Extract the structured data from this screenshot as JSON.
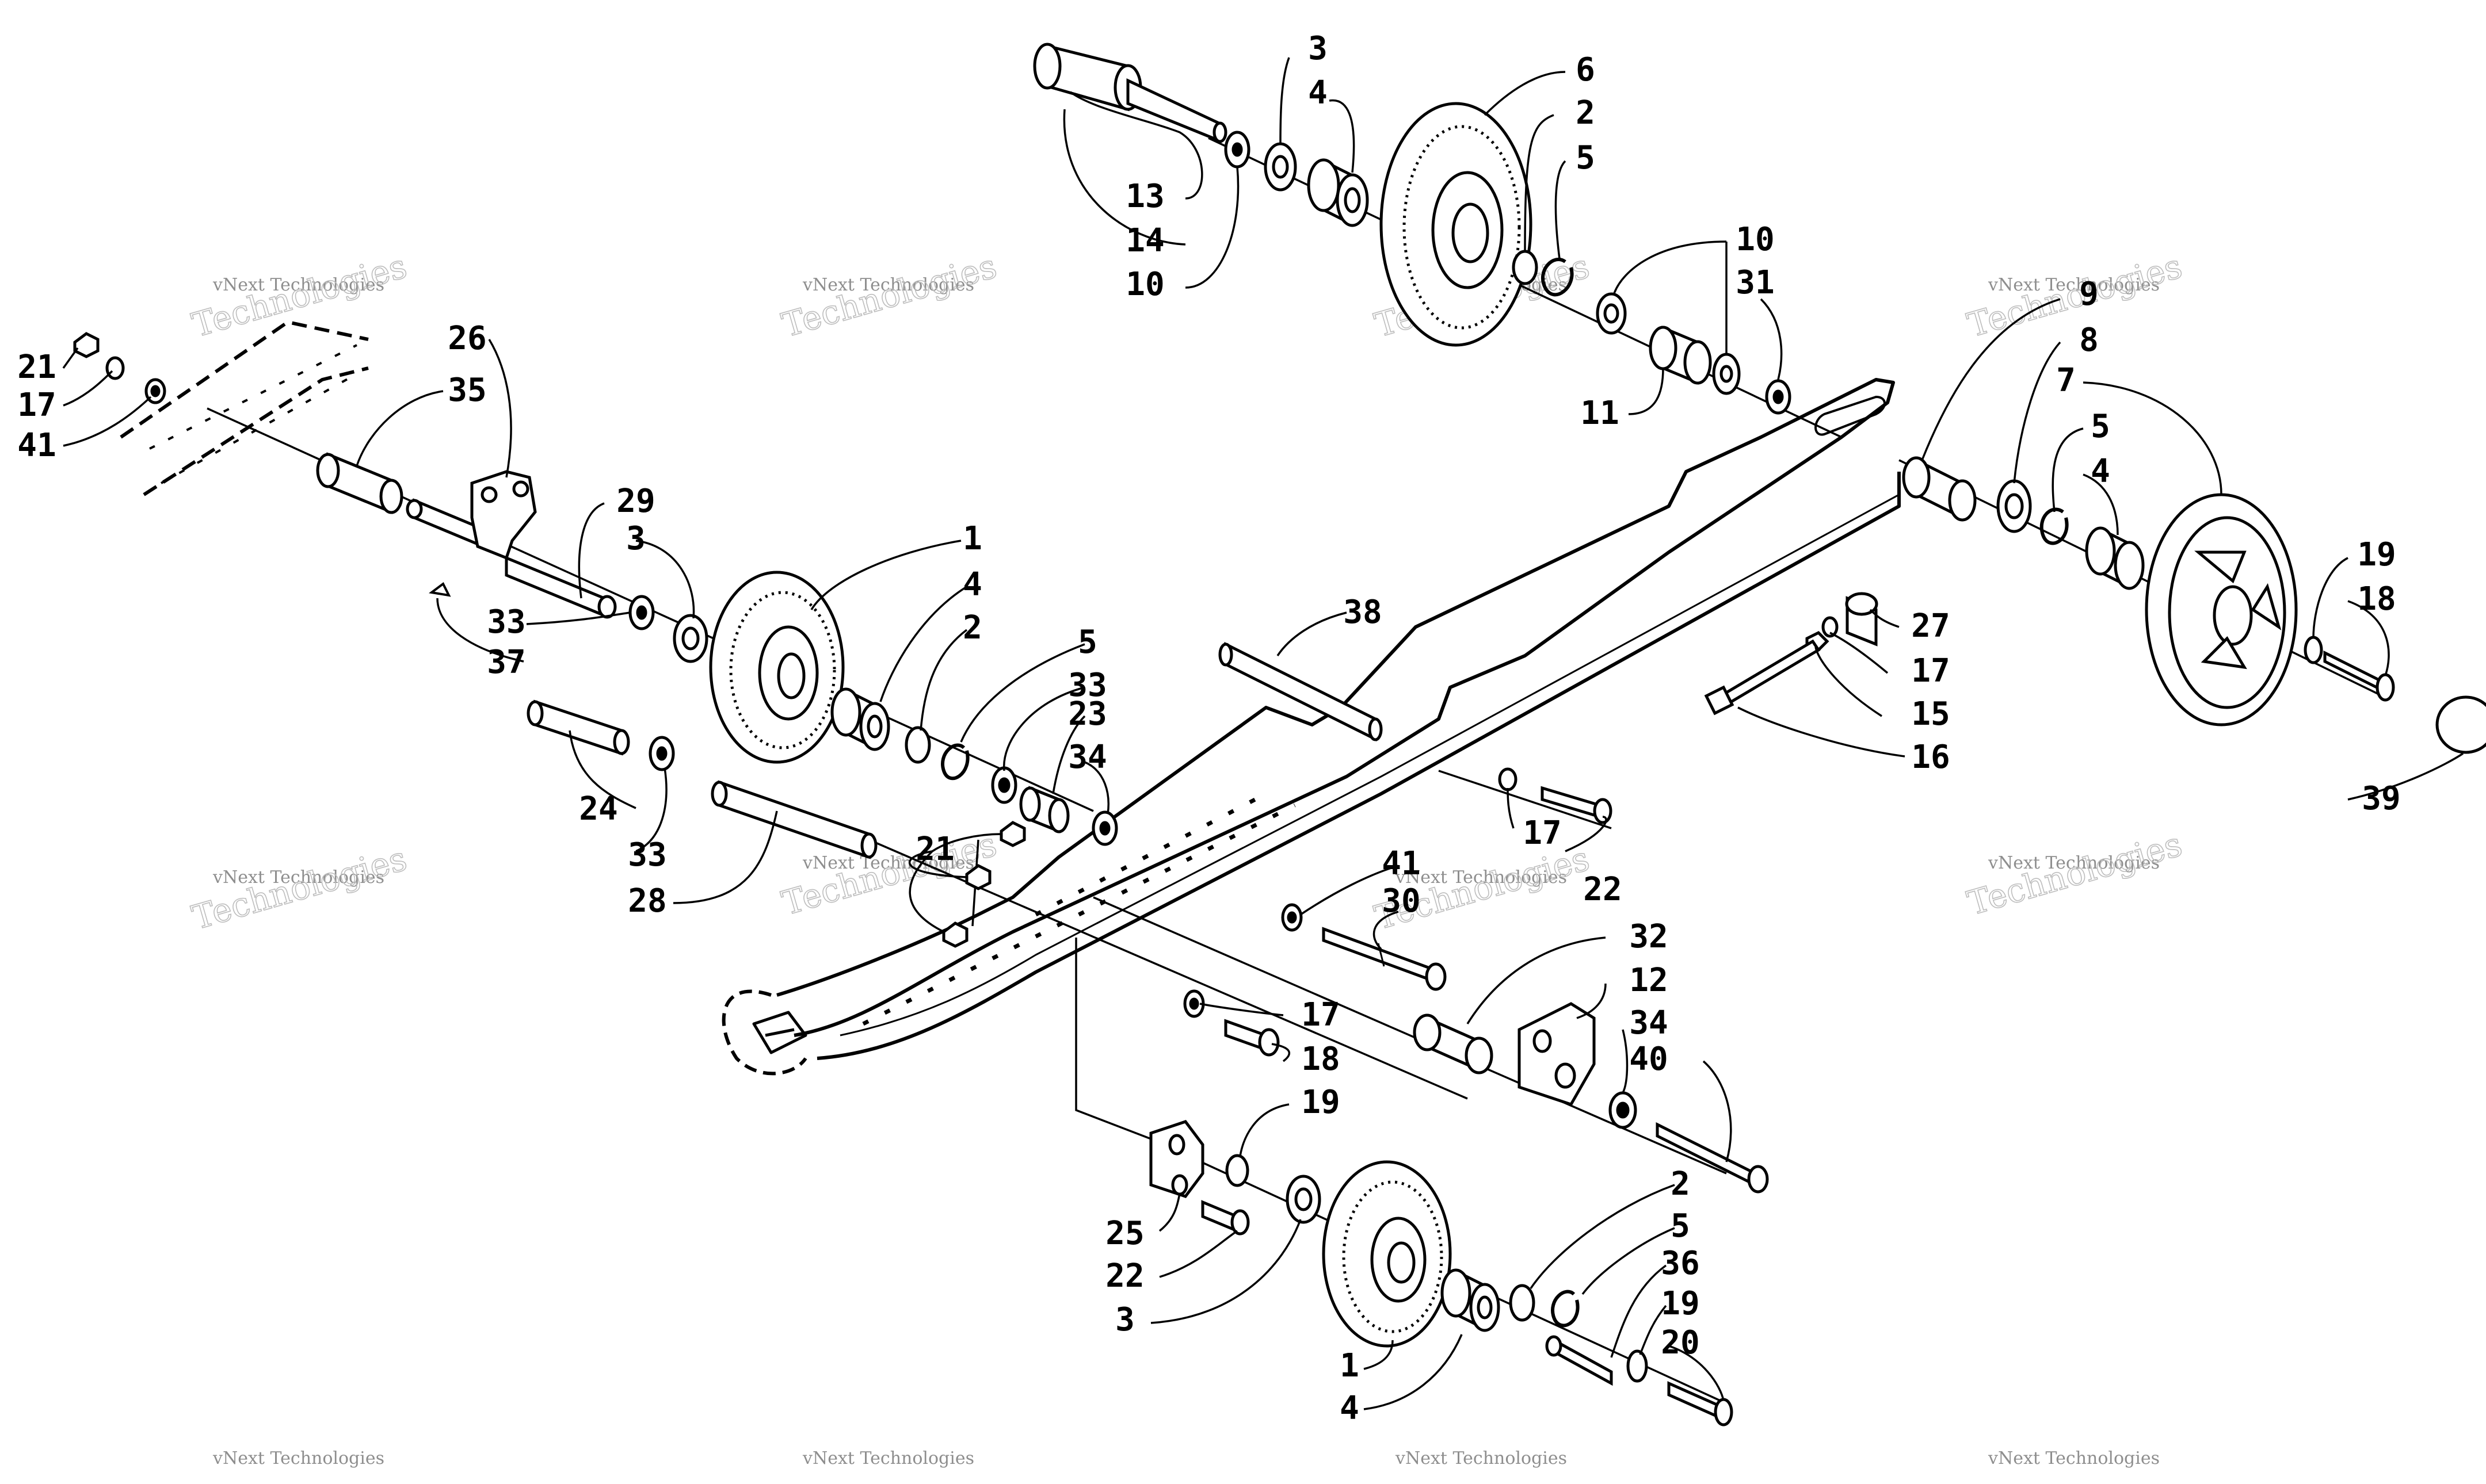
{
  "watermark": {
    "line1": "vNext Technologies",
    "line2": "Technologies",
    "color": "#8e8e8e"
  },
  "labels": [
    {
      "id": "l3a",
      "text": "3"
    },
    {
      "id": "l4a",
      "text": "4"
    },
    {
      "id": "l6",
      "text": "6"
    },
    {
      "id": "l2a",
      "text": "2"
    },
    {
      "id": "l5a",
      "text": "5"
    },
    {
      "id": "l13",
      "text": "13"
    },
    {
      "id": "l14",
      "text": "14"
    },
    {
      "id": "l10a",
      "text": "10"
    },
    {
      "id": "l10b",
      "text": "10"
    },
    {
      "id": "l31",
      "text": "31"
    },
    {
      "id": "l11",
      "text": "11"
    },
    {
      "id": "l9",
      "text": "9"
    },
    {
      "id": "l8",
      "text": "8"
    },
    {
      "id": "l7",
      "text": "7"
    },
    {
      "id": "l5b",
      "text": "5"
    },
    {
      "id": "l4b",
      "text": "4"
    },
    {
      "id": "l19a",
      "text": "19"
    },
    {
      "id": "l18a",
      "text": "18"
    },
    {
      "id": "l39",
      "text": "39"
    },
    {
      "id": "l27",
      "text": "27"
    },
    {
      "id": "l17a",
      "text": "17"
    },
    {
      "id": "l15",
      "text": "15"
    },
    {
      "id": "l16",
      "text": "16"
    },
    {
      "id": "l26",
      "text": "26"
    },
    {
      "id": "l35",
      "text": "35"
    },
    {
      "id": "l21a",
      "text": "21"
    },
    {
      "id": "l17b",
      "text": "17"
    },
    {
      "id": "l41a",
      "text": "41"
    },
    {
      "id": "l29",
      "text": "29"
    },
    {
      "id": "l3b",
      "text": "3"
    },
    {
      "id": "l33a",
      "text": "33"
    },
    {
      "id": "l37",
      "text": "37"
    },
    {
      "id": "l1a",
      "text": "1"
    },
    {
      "id": "l4c",
      "text": "4"
    },
    {
      "id": "l2b",
      "text": "2"
    },
    {
      "id": "l5c",
      "text": "5"
    },
    {
      "id": "l33b",
      "text": "33"
    },
    {
      "id": "l23",
      "text": "23"
    },
    {
      "id": "l34a",
      "text": "34"
    },
    {
      "id": "l38",
      "text": "38"
    },
    {
      "id": "l24",
      "text": "24"
    },
    {
      "id": "l33c",
      "text": "33"
    },
    {
      "id": "l28",
      "text": "28"
    },
    {
      "id": "l21b",
      "text": "21"
    },
    {
      "id": "l17c",
      "text": "17"
    },
    {
      "id": "l22a",
      "text": "22"
    },
    {
      "id": "l41b",
      "text": "41"
    },
    {
      "id": "l30",
      "text": "30"
    },
    {
      "id": "l32",
      "text": "32"
    },
    {
      "id": "l12",
      "text": "12"
    },
    {
      "id": "l34b",
      "text": "34"
    },
    {
      "id": "l40",
      "text": "40"
    },
    {
      "id": "l17d",
      "text": "17"
    },
    {
      "id": "l18b",
      "text": "18"
    },
    {
      "id": "l19b",
      "text": "19"
    },
    {
      "id": "l25",
      "text": "25"
    },
    {
      "id": "l22b",
      "text": "22"
    },
    {
      "id": "l3c",
      "text": "3"
    },
    {
      "id": "l2c",
      "text": "2"
    },
    {
      "id": "l5d",
      "text": "5"
    },
    {
      "id": "l36",
      "text": "36"
    },
    {
      "id": "l19c",
      "text": "19"
    },
    {
      "id": "l20",
      "text": "20"
    },
    {
      "id": "l1b",
      "text": "1"
    },
    {
      "id": "l4d",
      "text": "4"
    }
  ]
}
